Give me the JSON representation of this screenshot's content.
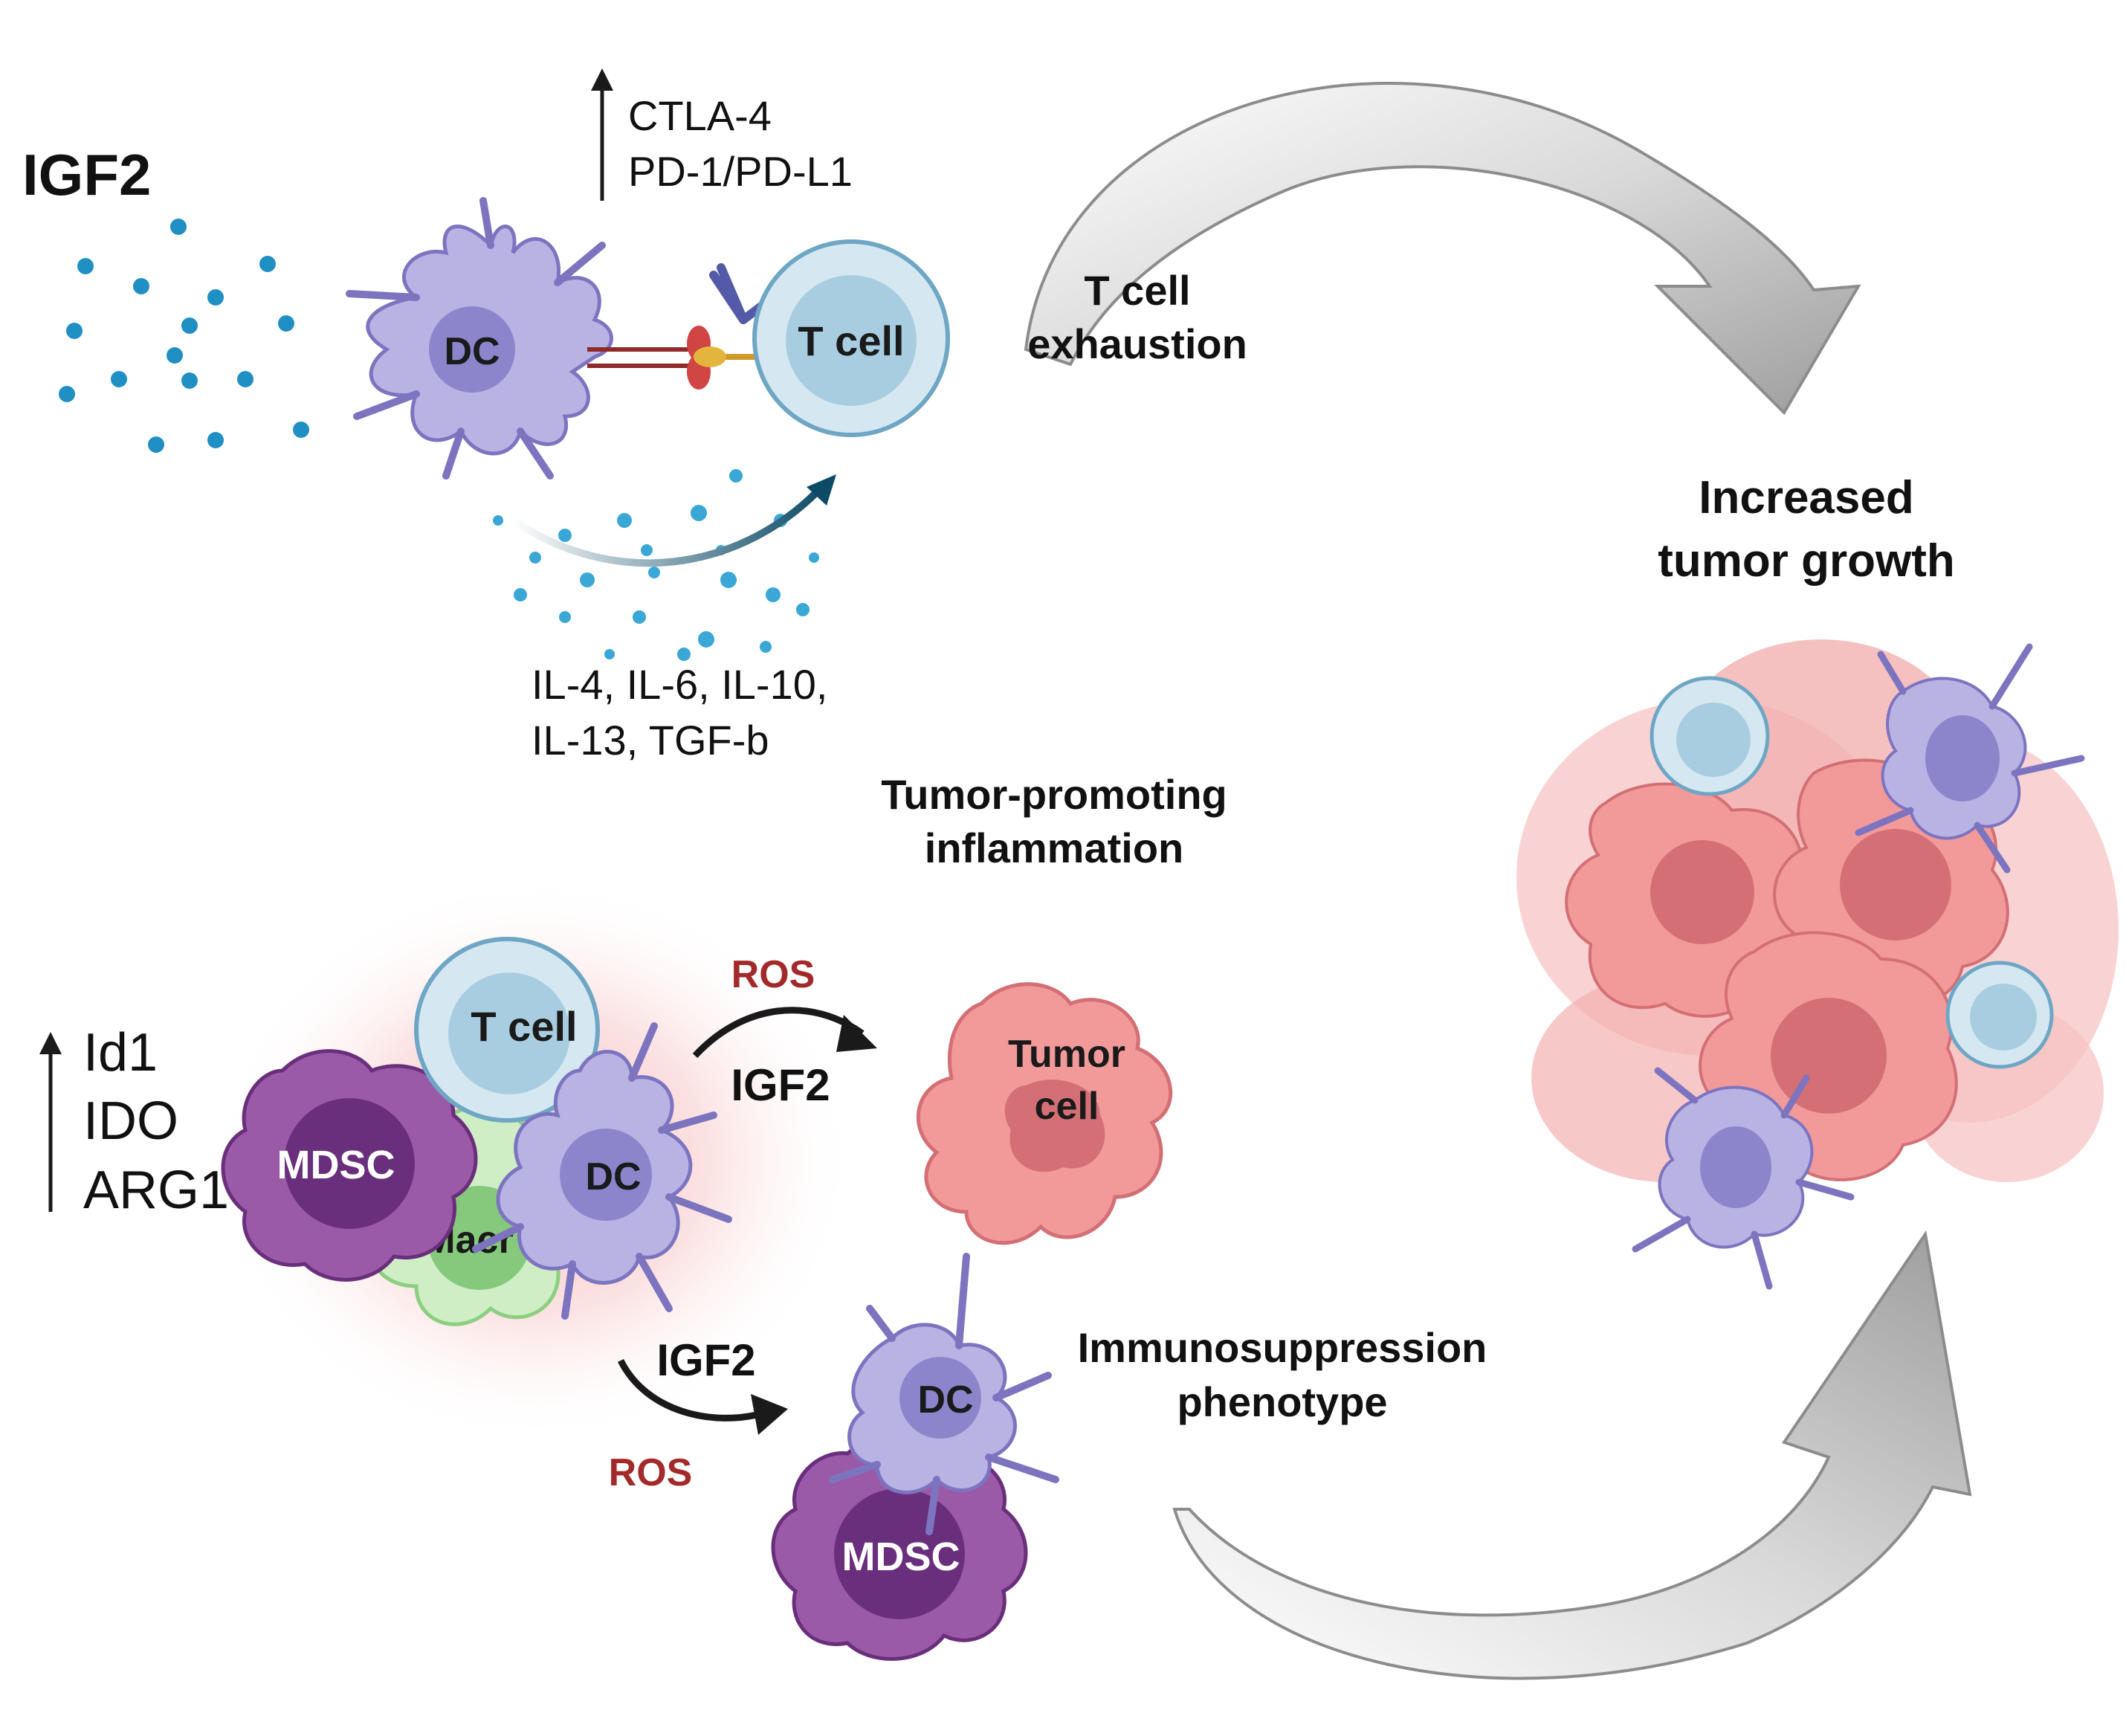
{
  "colors": {
    "igf2_dots": "#1f8fc4",
    "cytokine_dots": "#3ba7d6",
    "dc_body": "#b9b3e4",
    "dc_nucleus": "#8d85cc",
    "tcell_body": "#d5e8f2",
    "tcell_nucleus": "#a9cde0",
    "mdsc_body": "#9b5aa8",
    "mdsc_nucleus": "#6a2f7c",
    "macro_body": "#cfeec6",
    "macro_nucleus": "#86c97d",
    "tumor_body": "#f29a9a",
    "tumor_nucleus": "#d36f75",
    "ros_text": "#a32a2a",
    "big_arrow": "#a9a9a9",
    "glow": "#f7b7b7"
  },
  "top_panel": {
    "igf2_title": "IGF2",
    "checkpoints": [
      "CTLA-4",
      "PD-1/PD-L1"
    ],
    "dc_label": "DC",
    "tcell_label": "T cell",
    "cytokines": [
      "IL-4, IL-6, IL-10,",
      "IL-13, TGF-b"
    ],
    "outcome_line1": "T cell",
    "outcome_line2": "exhaustion"
  },
  "middle_panel": {
    "title_line1": "Tumor-promoting",
    "title_line2": "inflammation",
    "markers": [
      "Id1",
      "IDO",
      "ARG1"
    ],
    "tcell_label": "T cell",
    "mdsc_label": "MDSC",
    "dc_label": "DC",
    "macro_label": "Macr",
    "ros_label": "ROS",
    "igf2_label": "IGF2",
    "tumor_label_line1": "Tumor",
    "tumor_label_line2": "cell"
  },
  "bottom_panel": {
    "igf2_label": "IGF2",
    "ros_label": "ROS",
    "dc_label": "DC",
    "mdsc_label": "MDSC",
    "outcome_line1": "Immunosuppression",
    "outcome_line2": "phenotype"
  },
  "right_panel": {
    "title_line1": "Increased",
    "title_line2": "tumor growth"
  }
}
